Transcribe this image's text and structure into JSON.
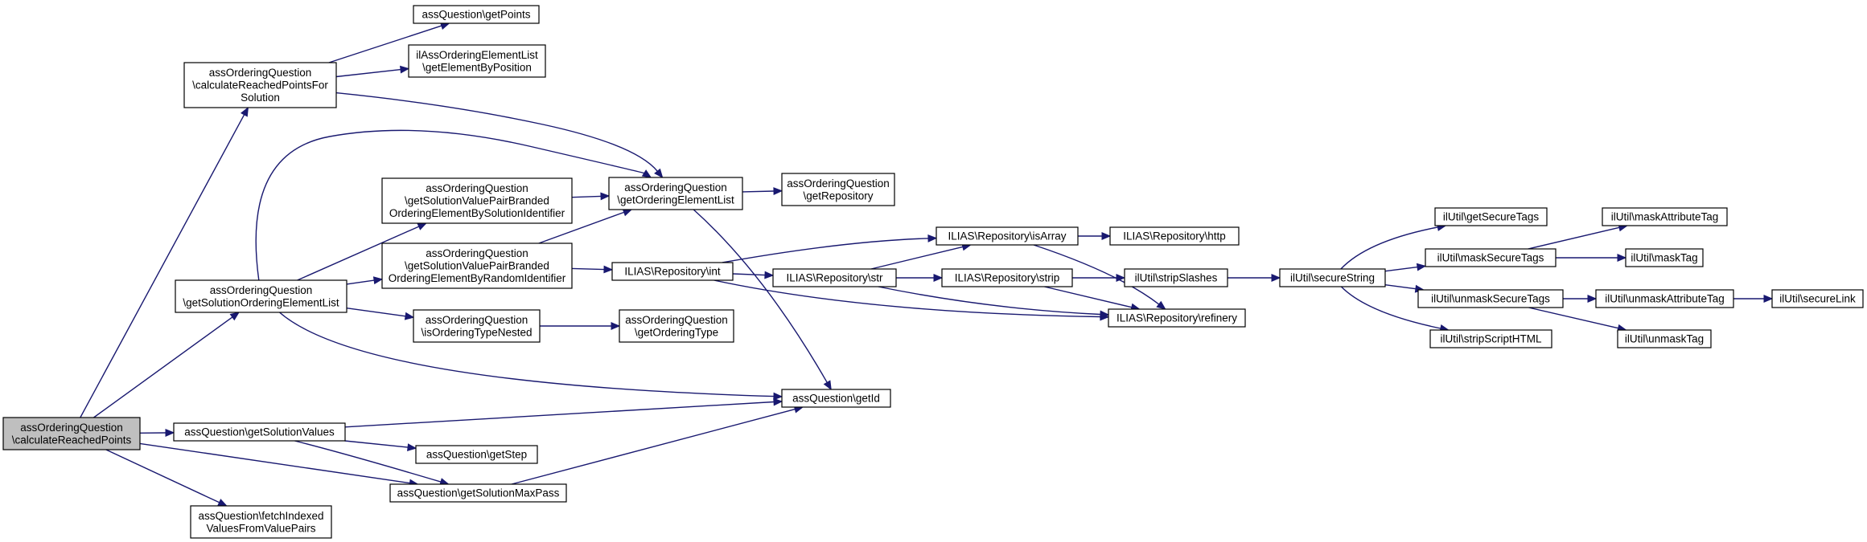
{
  "graph": {
    "edge_color": "#191970",
    "root_fill": "#bfbfbf",
    "nodes": [
      {
        "id": "root",
        "lines": [
          "assOrderingQuestion",
          "\\calculateReachedPoints"
        ]
      },
      {
        "id": "crpfs",
        "lines": [
          "assOrderingQuestion",
          "\\calculateReachedPointsFor",
          "Solution"
        ]
      },
      {
        "id": "getPoints",
        "lines": [
          "assQuestion\\getPoints"
        ]
      },
      {
        "id": "getElemByPos",
        "lines": [
          "ilAssOrderingElementList",
          "\\getElementByPosition"
        ]
      },
      {
        "id": "gsoel",
        "lines": [
          "assOrderingQuestion",
          "\\getSolutionOrderingElementList"
        ]
      },
      {
        "id": "bySolId",
        "lines": [
          "assOrderingQuestion",
          "\\getSolutionValuePairBranded",
          "OrderingElementBySolutionIdentifier"
        ]
      },
      {
        "id": "byRandId",
        "lines": [
          "assOrderingQuestion",
          "\\getSolutionValuePairBranded",
          "OrderingElementByRandomIdentifier"
        ]
      },
      {
        "id": "isNested",
        "lines": [
          "assOrderingQuestion",
          "\\isOrderingTypeNested"
        ]
      },
      {
        "id": "goel",
        "lines": [
          "assOrderingQuestion",
          "\\getOrderingElementList"
        ]
      },
      {
        "id": "getRepo",
        "lines": [
          "assOrderingQuestion",
          "\\getRepository"
        ]
      },
      {
        "id": "getOrderingType",
        "lines": [
          "assOrderingQuestion",
          "\\getOrderingType"
        ]
      },
      {
        "id": "getId",
        "lines": [
          "assQuestion\\getId"
        ]
      },
      {
        "id": "gsv",
        "lines": [
          "assQuestion\\getSolutionValues"
        ]
      },
      {
        "id": "getStep",
        "lines": [
          "assQuestion\\getStep"
        ]
      },
      {
        "id": "gsmp",
        "lines": [
          "assQuestion\\getSolutionMaxPass"
        ]
      },
      {
        "id": "fivfvp",
        "lines": [
          "assQuestion\\fetchIndexed",
          "ValuesFromValuePairs"
        ]
      },
      {
        "id": "repoInt",
        "lines": [
          "ILIAS\\Repository\\int"
        ]
      },
      {
        "id": "repoStr",
        "lines": [
          "ILIAS\\Repository\\str"
        ]
      },
      {
        "id": "repoIsArray",
        "lines": [
          "ILIAS\\Repository\\isArray"
        ]
      },
      {
        "id": "repoHttp",
        "lines": [
          "ILIAS\\Repository\\http"
        ]
      },
      {
        "id": "repoStrip",
        "lines": [
          "ILIAS\\Repository\\strip"
        ]
      },
      {
        "id": "repoRefinery",
        "lines": [
          "ILIAS\\Repository\\refinery"
        ]
      },
      {
        "id": "stripSlashes",
        "lines": [
          "ilUtil\\stripSlashes"
        ]
      },
      {
        "id": "secureString",
        "lines": [
          "ilUtil\\secureString"
        ]
      },
      {
        "id": "getSecureTags",
        "lines": [
          "ilUtil\\getSecureTags"
        ]
      },
      {
        "id": "maskSecureTags",
        "lines": [
          "ilUtil\\maskSecureTags"
        ]
      },
      {
        "id": "unmaskSecureTags",
        "lines": [
          "ilUtil\\unmaskSecureTags"
        ]
      },
      {
        "id": "stripScriptHTML",
        "lines": [
          "ilUtil\\stripScriptHTML"
        ]
      },
      {
        "id": "maskAttributeTag",
        "lines": [
          "ilUtil\\maskAttributeTag"
        ]
      },
      {
        "id": "maskTag",
        "lines": [
          "ilUtil\\maskTag"
        ]
      },
      {
        "id": "unmaskAttributeTag",
        "lines": [
          "ilUtil\\unmaskAttributeTag"
        ]
      },
      {
        "id": "unmaskTag",
        "lines": [
          "ilUtil\\unmaskTag"
        ]
      },
      {
        "id": "secureLink",
        "lines": [
          "ilUtil\\secureLink"
        ]
      }
    ],
    "edges": [
      [
        "root",
        "crpfs"
      ],
      [
        "root",
        "gsoel"
      ],
      [
        "root",
        "gsv"
      ],
      [
        "root",
        "gsmp"
      ],
      [
        "root",
        "fivfvp"
      ],
      [
        "crpfs",
        "getPoints"
      ],
      [
        "crpfs",
        "getElemByPos"
      ],
      [
        "crpfs",
        "goel"
      ],
      [
        "gsoel",
        "goel"
      ],
      [
        "gsoel",
        "bySolId"
      ],
      [
        "gsoel",
        "byRandId"
      ],
      [
        "gsoel",
        "isNested"
      ],
      [
        "gsoel",
        "getId"
      ],
      [
        "bySolId",
        "goel"
      ],
      [
        "byRandId",
        "goel"
      ],
      [
        "byRandId",
        "repoInt"
      ],
      [
        "goel",
        "getRepo"
      ],
      [
        "goel",
        "getId"
      ],
      [
        "isNested",
        "getOrderingType"
      ],
      [
        "gsv",
        "getId"
      ],
      [
        "gsv",
        "getStep"
      ],
      [
        "gsv",
        "gsmp"
      ],
      [
        "gsmp",
        "getId"
      ],
      [
        "repoInt",
        "repoIsArray"
      ],
      [
        "repoInt",
        "repoStr"
      ],
      [
        "repoInt",
        "repoRefinery"
      ],
      [
        "repoStr",
        "repoIsArray"
      ],
      [
        "repoStr",
        "repoStrip"
      ],
      [
        "repoStr",
        "repoRefinery"
      ],
      [
        "repoIsArray",
        "repoHttp"
      ],
      [
        "repoIsArray",
        "repoRefinery"
      ],
      [
        "repoStrip",
        "stripSlashes"
      ],
      [
        "repoStrip",
        "repoRefinery"
      ],
      [
        "stripSlashes",
        "secureString"
      ],
      [
        "secureString",
        "getSecureTags"
      ],
      [
        "secureString",
        "maskSecureTags"
      ],
      [
        "secureString",
        "unmaskSecureTags"
      ],
      [
        "secureString",
        "stripScriptHTML"
      ],
      [
        "maskSecureTags",
        "maskAttributeTag"
      ],
      [
        "maskSecureTags",
        "maskTag"
      ],
      [
        "unmaskSecureTags",
        "unmaskAttributeTag"
      ],
      [
        "unmaskSecureTags",
        "unmaskTag"
      ],
      [
        "unmaskAttributeTag",
        "secureLink"
      ]
    ]
  }
}
